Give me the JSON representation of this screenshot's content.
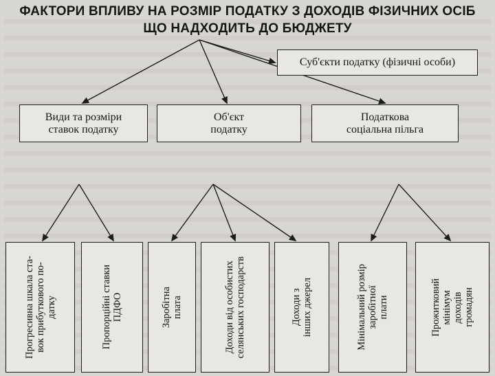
{
  "title": {
    "line1": "ФАКТОРИ ВПЛИВУ НА РОЗМІР ПОДАТКУ З ДОХОДІВ ФІЗИЧНИХ ОСІБ",
    "line2": "ЩО НАДХОДИТЬ ДО БЮДЖЕТУ"
  },
  "subjects": {
    "label": "Суб'єкти податку (фізичні особи)"
  },
  "level2": [
    {
      "lines": [
        "Види та розміри",
        "ставок податку"
      ]
    },
    {
      "lines": [
        "Об'єкт",
        "податку"
      ]
    },
    {
      "lines": [
        "Податкова",
        "соціальна пільга"
      ]
    }
  ],
  "level3": [
    {
      "lines": [
        "Прогресивна шкала ста-",
        "вок прибуткового по-",
        "датку"
      ]
    },
    {
      "lines": [
        "Пропорційні ставки",
        "ПДФО"
      ]
    },
    {
      "lines": [
        "Заробітна",
        "плата"
      ]
    },
    {
      "lines": [
        "Доходи від особистих",
        "селянських господарств"
      ]
    },
    {
      "lines": [
        "Доходи з",
        "інших джерел"
      ]
    },
    {
      "lines": [
        "Мінімальний розмір",
        "заробітної",
        "плати"
      ]
    },
    {
      "lines": [
        "Прожитковий",
        "мінімум",
        "доходів",
        "громадян"
      ]
    }
  ],
  "colors": {
    "background": "#d8d6d1",
    "box": "#e9e7e3",
    "line": "#1c1c1c"
  }
}
